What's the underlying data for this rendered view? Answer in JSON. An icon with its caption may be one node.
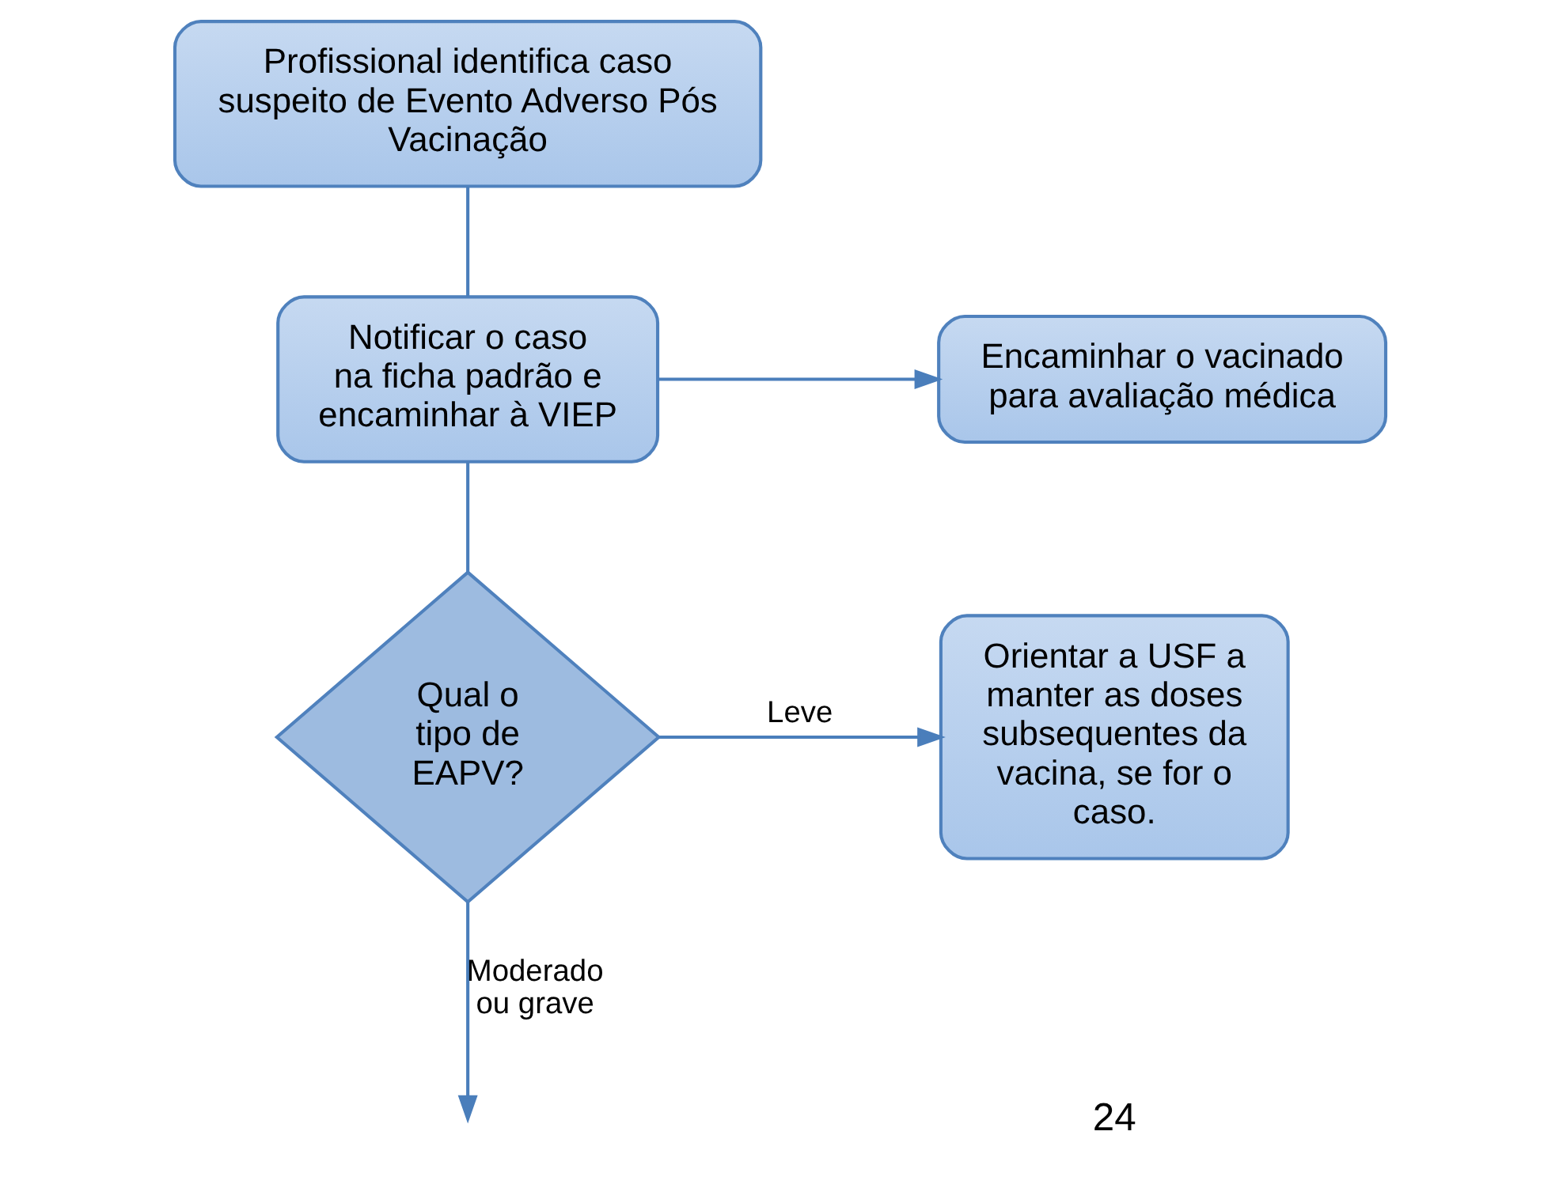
{
  "diagram": {
    "nodes": [
      {
        "text": [
          "Profissional identifica caso suspeito de Evento Adverso Pós Vacinação"
        ]
      },
      {
        "text": [
          "Notificar o caso na ficha padrão e encaminhar à VIEP"
        ]
      },
      {
        "text": [
          "Encaminhar o vacinado para avaliação médica"
        ]
      },
      {
        "text": [
          "Qual o tipo de EAPV?"
        ]
      },
      {
        "text": [
          "Orientar a USF a manter as doses subsequentes da vacina, se for o caso."
        ]
      }
    ],
    "edges": [
      {
        "from": 0,
        "to": 1,
        "arrow": "none"
      },
      {
        "from": 1,
        "to": 2,
        "arrow": "to"
      },
      {
        "from": 1,
        "to": 3,
        "arrow": "none"
      },
      {
        "from": 3,
        "to": 4,
        "arrow": "to",
        "label": "Leve"
      },
      {
        "from": 3,
        "to": null,
        "arrow": "to",
        "label": "Moderado ou grave"
      }
    ],
    "labels": [
      "24"
    ]
  }
}
